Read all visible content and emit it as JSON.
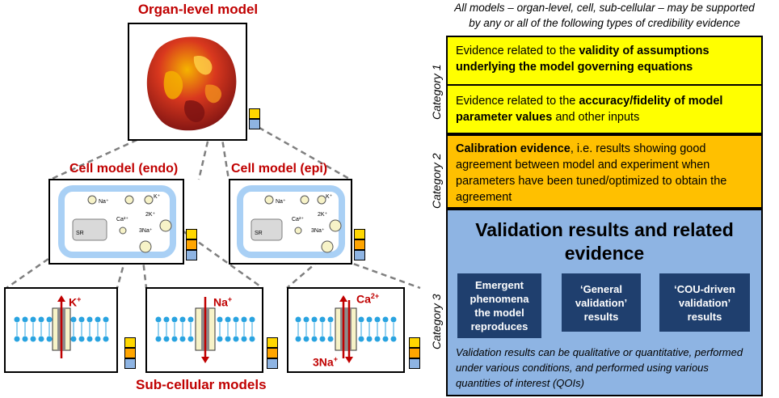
{
  "left": {
    "organ_title": "Organ-level model",
    "cell_endo_title": "Cell model (endo)",
    "cell_epi_title": "Cell model (epi)",
    "subcellular_title": "Sub-cellular models",
    "cell_labels": {
      "na": "Na⁺",
      "k": "K⁺",
      "ca": "Ca²⁺",
      "two_k": "2K⁺",
      "three_na": "3Na⁺",
      "sr": "SR"
    },
    "channels": {
      "k_label": "K",
      "k_sup": "+",
      "na_label": "Na",
      "na_sup": "+",
      "ca_label": "Ca",
      "ca_sup": "2+",
      "three_na_label": "3Na",
      "three_na_sup": "+"
    },
    "colors": {
      "title_red": "#c00000",
      "heart_dark": "#7a1212",
      "heart_mid": "#d9381e",
      "heart_light": "#f5b400",
      "cell_membrane": "#a9d0f5",
      "tab_yellow": "#ffd700",
      "tab_orange": "#ffa500",
      "tab_blue": "#8eb4e3",
      "lipid_blue": "#29a3e0",
      "channel_fill": "#f7f3c8"
    }
  },
  "right": {
    "header_line1": "All models – organ-level, cell, sub-cellular – may be supported",
    "header_line2": "by any or all of the following types of credibility evidence",
    "category1": "Category 1",
    "category2": "Category 2",
    "category3": "Category 3",
    "cat1_item1_prefix": "Evidence related to the ",
    "cat1_item1_bold": "validity of assumptions underlying the model governing equations",
    "cat1_item2_prefix": "Evidence related to the ",
    "cat1_item2_bold": "accuracy/fidelity of model parameter values",
    "cat1_item2_suffix": " and other inputs",
    "cat2_bold": "Calibration evidence",
    "cat2_rest": ", i.e. results showing good agreement between model and experiment when parameters have been tuned/optimized to obtain the agreement",
    "cat3_title_line1": "Validation results and related",
    "cat3_title_line2": "evidence",
    "val_boxes": [
      [
        "Emergent",
        "phenomena",
        "the model",
        "reproduces"
      ],
      [
        "‘General",
        "validation’",
        "results"
      ],
      [
        "‘COU-driven",
        "validation’",
        "results"
      ]
    ],
    "cat3_footer": "Validation results can be qualitative or quantitative, performed under various conditions, and performed using various quantities of interest (QOIs)",
    "colors": {
      "cat1": "#ffff00",
      "cat2": "#ffc000",
      "cat3": "#8eb4e3",
      "val_box": "#1f3f6e"
    }
  }
}
